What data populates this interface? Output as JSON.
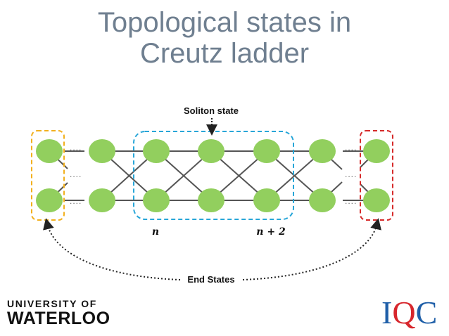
{
  "title": {
    "line1": "Topological states in",
    "line2": "Creutz ladder"
  },
  "diagram": {
    "soliton_label": "Soliton state",
    "end_label": "End States",
    "n_label": "n",
    "n2_label": "n + 2",
    "dots": "....",
    "colors": {
      "node": "#92cf5e",
      "edge": "#555555",
      "left_box": "#f2b01e",
      "middle_box": "#28a6d8",
      "right_box": "#d62a2a"
    }
  },
  "logos": {
    "uw_line1": "UNIVERSITY OF",
    "uw_line2": "WATERLOO",
    "iqc": [
      "I",
      "Q",
      "C"
    ]
  }
}
